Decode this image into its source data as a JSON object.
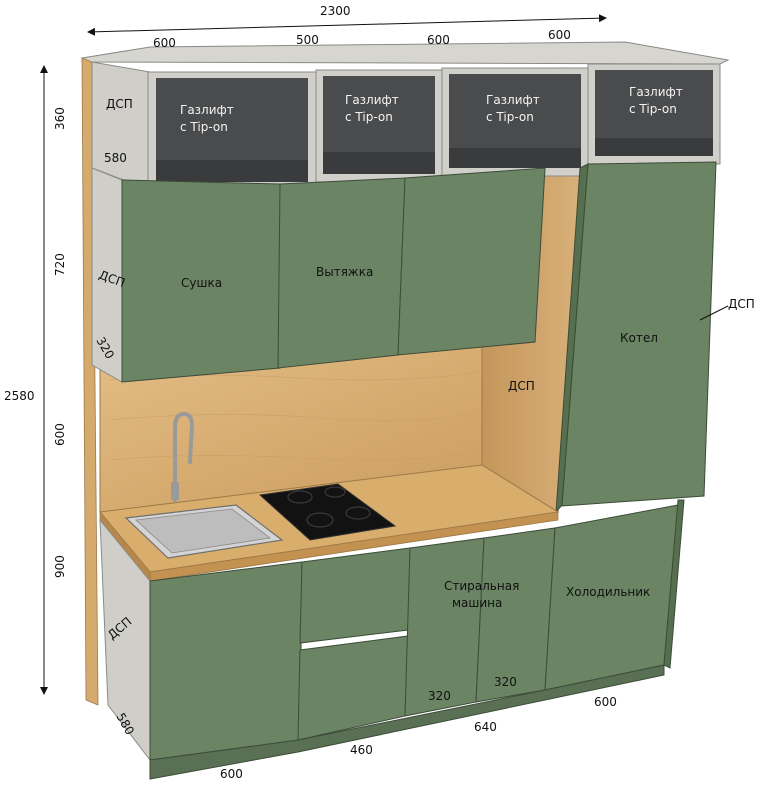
{
  "dimensions": {
    "total_width": "2300",
    "total_height": "2580",
    "top_widths": [
      "600",
      "500",
      "600",
      "600"
    ],
    "heights": [
      "360",
      "720",
      "600",
      "900"
    ],
    "depth_top_shelf": "580",
    "depth_upper_side": "320",
    "bottom_widths": [
      "600",
      "460",
      "640",
      "600"
    ],
    "washer_half_widths": [
      "320",
      "320"
    ],
    "depth_bottom": "580"
  },
  "labels": {
    "dsp_top": "ДСП",
    "dsp_upper": "ДСП",
    "dsp_niche": "ДСП",
    "dsp_right": "ДСП",
    "dsp_bottom": "ДСП",
    "gaslift_line1": "Газлифт",
    "gaslift_line2": "с Tip-on",
    "dryer": "Сушка",
    "hood": "Вытяжка",
    "boiler": "Котел",
    "washer_line1": "Стиральная",
    "washer_line2": "машина",
    "fridge": "Холодильник"
  },
  "colors": {
    "facade_green": "#6b8464",
    "frame_grey": "#c9c8c3",
    "inner_dark": "#4a4b4c",
    "wood": "#d9b27a",
    "hob_black": "#121212",
    "sink_steel": "#d4d4d4"
  }
}
